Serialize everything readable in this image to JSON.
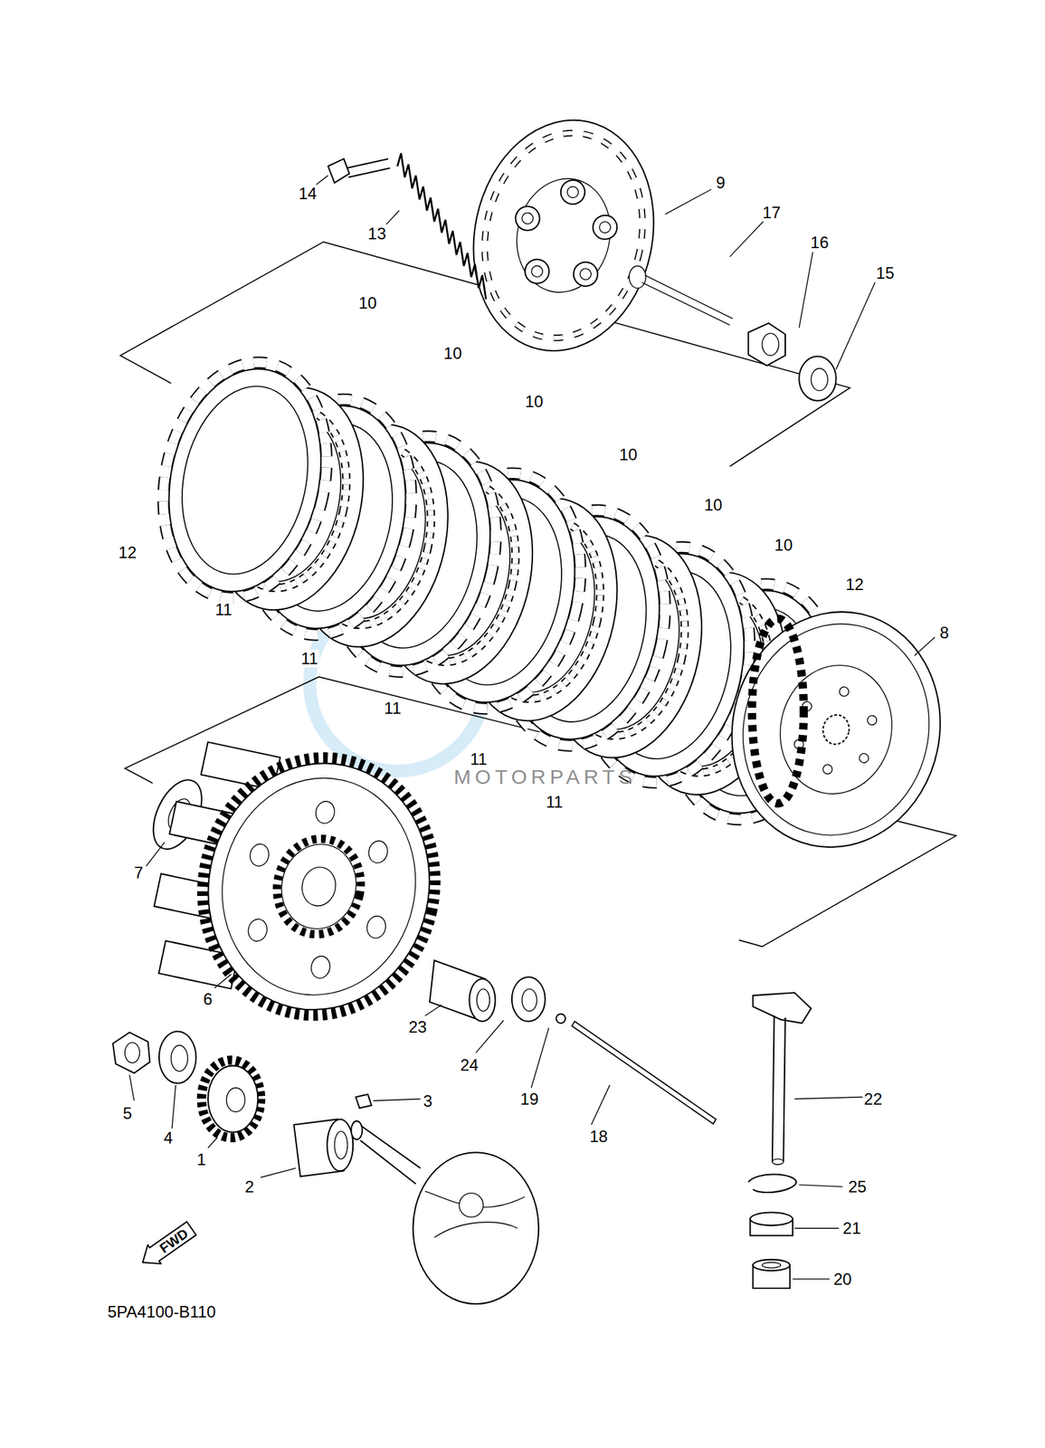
{
  "diagram": {
    "nodes": [
      {
        "text": [
          "FWD"
        ]
      }
    ],
    "labels": [
      "14",
      "13",
      "9",
      "17",
      "16",
      "15",
      "10",
      "10",
      "10",
      "10",
      "12",
      "10",
      "10",
      "12",
      "11",
      "8",
      "11",
      "11",
      "11",
      "7",
      "11",
      "6",
      "23",
      "22",
      "5",
      "4",
      "1",
      "3",
      "24",
      "19",
      "18",
      "2",
      "25",
      "21",
      "20",
      "MOTORPARTS",
      "5PA4100-B110"
    ]
  }
}
